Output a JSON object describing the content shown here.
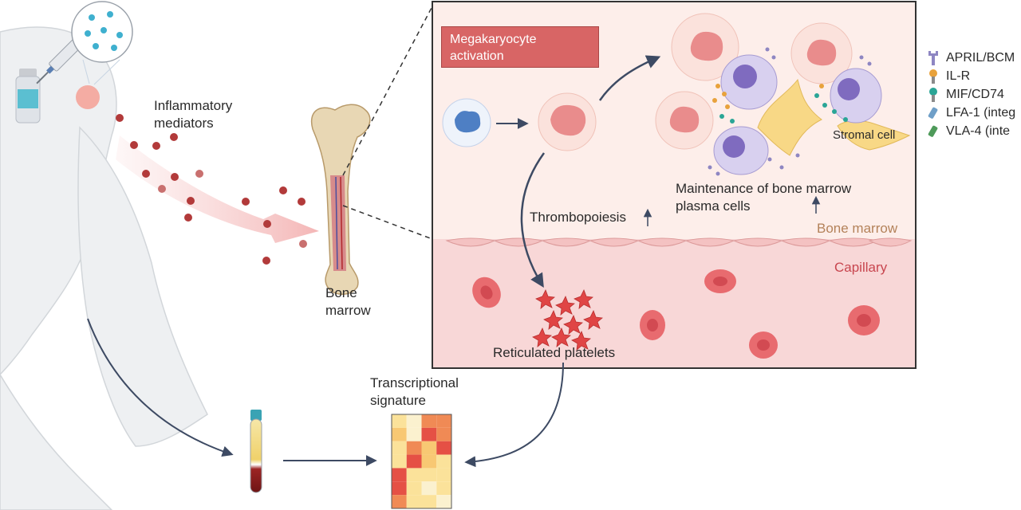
{
  "labels": {
    "inflammatory_mediators": [
      "Inflammatory",
      "mediators"
    ],
    "bone_marrow_bone": [
      "Bone",
      "marrow"
    ],
    "megakaryocyte_activation": "Megakaryocyte activation",
    "thrombopoiesis": "Thrombopoiesis",
    "maintenance": [
      "Maintenance of bone marrow",
      "plasma cells"
    ],
    "stromal_cell": "Stromal cell",
    "bone_marrow_region": "Bone marrow",
    "capillary": "Capillary",
    "reticulated_platelets": "Reticulated platelets",
    "transcriptional_signature": [
      "Transcriptional",
      "signature"
    ]
  },
  "legend": [
    {
      "label": "APRIL/BCM",
      "icon": "april-bcma-receptor-icon",
      "color": "#8e86c2"
    },
    {
      "label": "IL-R",
      "icon": "il-receptor-icon",
      "color": "#e8a23c"
    },
    {
      "label": "MIF/CD74",
      "icon": "mif-cd74-icon",
      "color": "#2aa596"
    },
    {
      "label": "LFA-1 (integ",
      "icon": "lfa1-integrin-icon",
      "color": "#6f9fc8"
    },
    {
      "label": "VLA-4 (inte",
      "icon": "vla4-integrin-icon",
      "color": "#4e9a5a"
    }
  ],
  "heatmap": {
    "rows": 7,
    "cols": 4,
    "cells": [
      [
        1,
        0,
        3,
        3
      ],
      [
        2,
        0,
        4,
        3
      ],
      [
        1,
        3,
        2,
        4
      ],
      [
        1,
        4,
        2,
        1
      ],
      [
        4,
        1,
        1,
        1
      ],
      [
        4,
        1,
        0,
        1
      ],
      [
        3,
        1,
        1,
        0
      ]
    ],
    "palette": [
      "#fbf1cf",
      "#fbe29a",
      "#f8c873",
      "#f08a55",
      "#e55045"
    ]
  },
  "colors": {
    "panel_bg": "#fdeeea",
    "capillary_bg": "#f8d7d7",
    "mediator": "#b23a3a",
    "accent_red": "#c8464f",
    "arrow": "#3d4a63"
  }
}
